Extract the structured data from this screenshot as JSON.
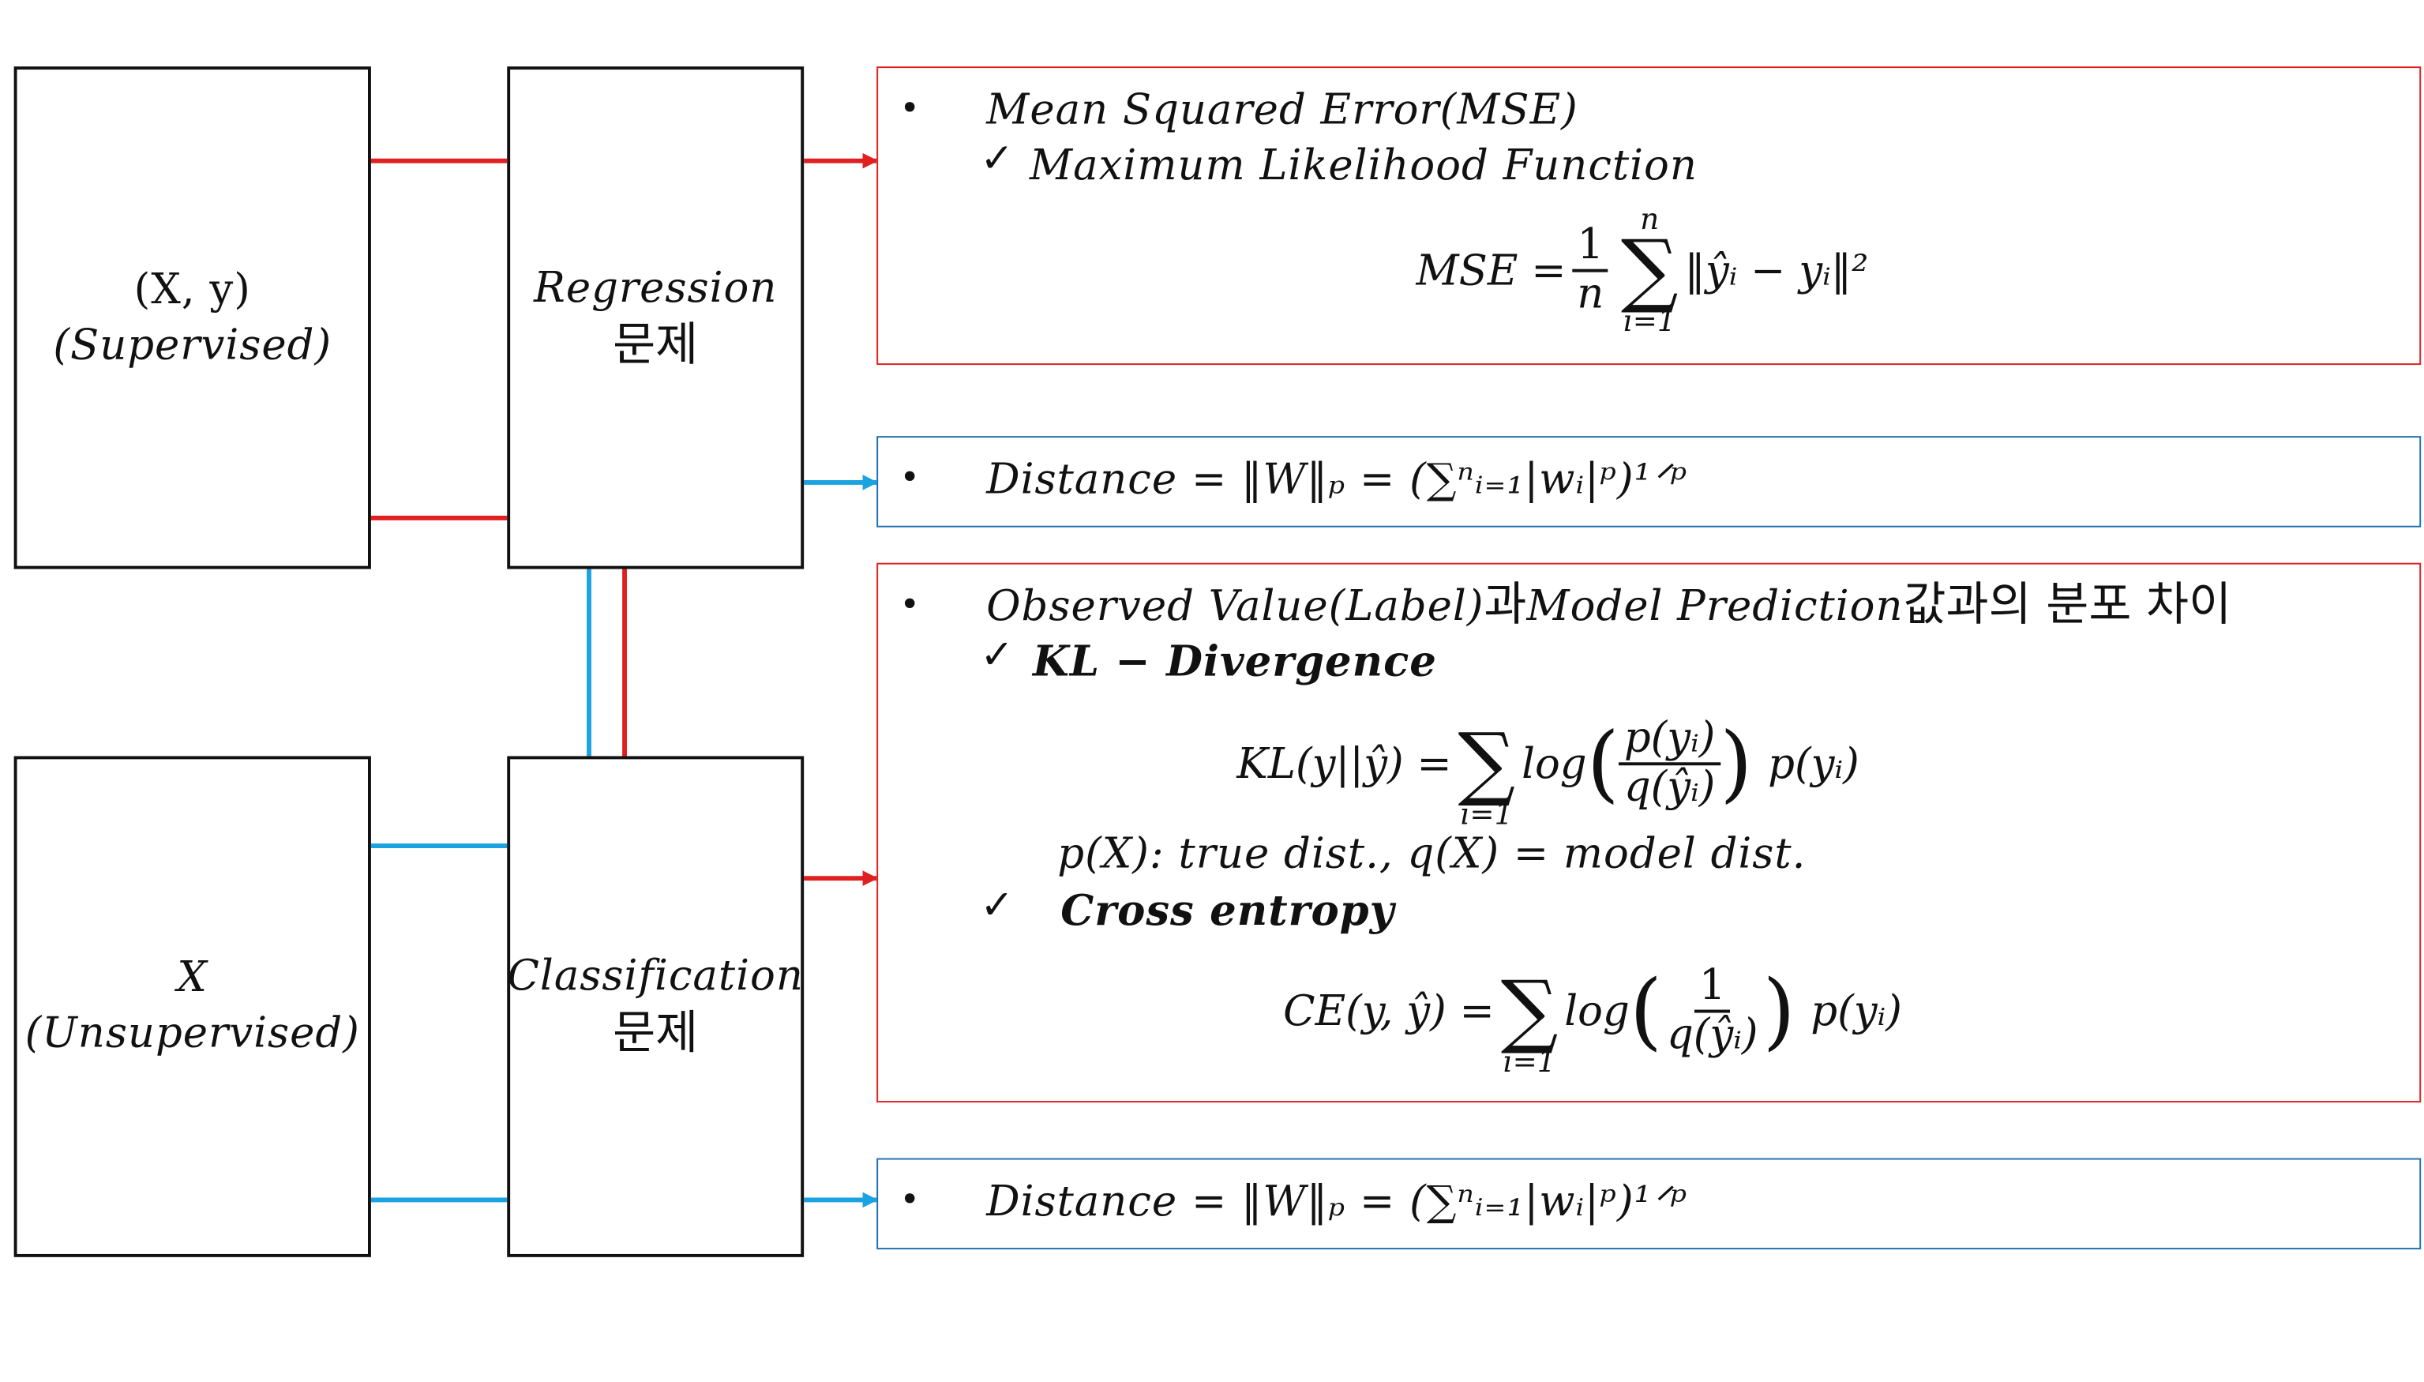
{
  "colors": {
    "red": "#e02020",
    "blue": "#1aa3e0",
    "panel_blue_border": "#1f6fb2"
  },
  "inputs": {
    "supervised": {
      "line1": "(X, y)",
      "line2": "(Supervised)"
    },
    "unsupervised": {
      "line1": "X",
      "line2": "(Unsupervised)"
    }
  },
  "problems": {
    "regression": {
      "name": "Regression",
      "suffix": "문제"
    },
    "classification": {
      "name": "Classification",
      "suffix": "문제"
    }
  },
  "panels": {
    "mse": {
      "bullet": "•",
      "title": "Mean Squared Error(MSE)",
      "check": "✓",
      "sub": "Maximum Likelihood Function",
      "eq_lhs": "MSE =",
      "eq_frac_num": "1",
      "eq_frac_den": "n",
      "eq_sum_top": "n",
      "eq_sum_bottom": "i=1",
      "eq_body": "‖ŷᵢ − yᵢ‖²"
    },
    "distance_top": {
      "bullet": "•",
      "formula": "Distance = ‖W‖ₚ = (∑ⁿᵢ₌₁|wᵢ|ᵖ)¹ᐟᵖ"
    },
    "divergence": {
      "bullet": "•",
      "title_en": "Observed Value(Label)",
      "title_ko1": "과",
      "title_en2": "Model Prediction",
      "title_ko2": "값과의 분포 차이",
      "check1": "✓",
      "kl_title": "KL − Divergence",
      "kl_lhs": "KL(y||ŷ) =",
      "kl_sum_bottom": "i=1",
      "kl_log": "log",
      "kl_num": "p(yᵢ)",
      "kl_den": "q(ŷᵢ)",
      "kl_tail": "p(yᵢ)",
      "note": "p(X): true dist., q(X) = model dist.",
      "check2": "✓",
      "ce_title": "Cross entropy",
      "ce_lhs": "CE(y, ŷ) =",
      "ce_sum_bottom": "i=1",
      "ce_log": "log",
      "ce_num": "1",
      "ce_den": "q(ŷᵢ)",
      "ce_tail": "p(yᵢ)"
    },
    "distance_bottom": {
      "bullet": "•",
      "formula": "Distance = ‖W‖ₚ = (∑ⁿᵢ₌₁|wᵢ|ᵖ)¹ᐟᵖ"
    }
  }
}
